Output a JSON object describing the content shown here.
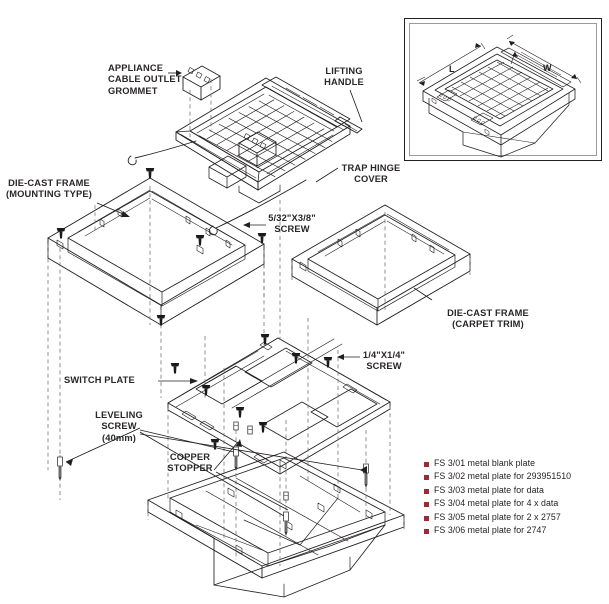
{
  "page": {
    "title": "Floor box exploded assembly diagram",
    "background": "#ffffff",
    "line_color": "#231f20",
    "accent_color": "#9e2a32"
  },
  "callouts": [
    {
      "id": "appliance-cable-outlet-grommet",
      "lines": "APPLIANCE\nCABLE OUTLET\nGROMMET"
    },
    {
      "id": "lifting-handle",
      "lines": "LIFTING\nHANDLE"
    },
    {
      "id": "trap-hinge-cover",
      "lines": "TRAP HINGE\nCOVER"
    },
    {
      "id": "die-cast-frame-mounting",
      "lines": "DIE-CAST FRAME\n(MOUNTING TYPE)"
    },
    {
      "id": "screw-5-32",
      "lines": "5/32\"X3/8\"\nSCREW"
    },
    {
      "id": "die-cast-frame-carpet",
      "lines": "DIE-CAST FRAME\n(CARPET TRIM)"
    },
    {
      "id": "screw-1-4",
      "lines": "1/4\"X1/4\"\nSCREW"
    },
    {
      "id": "switch-plate",
      "lines": "SWITCH PLATE"
    },
    {
      "id": "leveling-screw",
      "lines": "LEVELING\nSCREW\n(40mm)"
    },
    {
      "id": "copper-stopper",
      "lines": "COPPER\nSTOPPER"
    }
  ],
  "inset": {
    "dimension_length": "L",
    "dimension_width": "W"
  },
  "legend": {
    "items": [
      {
        "code": "FS 3/01",
        "text": "FS 3/01 metal blank plate"
      },
      {
        "code": "FS 3/02",
        "text": "FS 3/02 metal plate for 293951510"
      },
      {
        "code": "FS 3/03",
        "text": "FS 3/03 metal plate for data"
      },
      {
        "code": "FS 3/04",
        "text": "FS 3/04 metal plate for 4 x data"
      },
      {
        "code": "FS 3/05",
        "text": "FS 3/05 metal plate for 2 x 2757"
      },
      {
        "code": "FS 3/06",
        "text": "FS 3/06 metal plate for 2747"
      }
    ]
  }
}
